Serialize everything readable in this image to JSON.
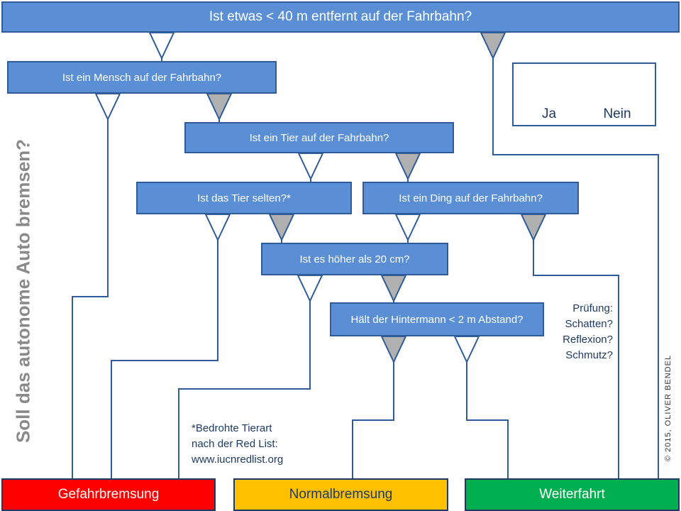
{
  "title": "Soll das autonome Auto bremsen?",
  "copyright": "© 2015, OLIVER BENDEL",
  "questions": {
    "q1": "Ist etwas < 40 m entfernt auf der Fahrbahn?",
    "q2": "Ist ein Mensch auf der Fahrbahn?",
    "q3": "Ist ein Tier auf der Fahrbahn?",
    "q4": "Ist das Tier selten?*",
    "q5": "Ist ein Ding auf der Fahrbahn?",
    "q6": "Ist es höher als 20 cm?",
    "q7": "Hält der Hintermann < 2 m Abstand?"
  },
  "legend": {
    "yes": "Ja",
    "no": "Nein"
  },
  "footnote": [
    "*Bedrohte Tierart",
    "nach der Red List:",
    "www.iucnredlist.org"
  ],
  "check_note": [
    "Prüfung:",
    "Schatten?",
    "Reflexion?",
    "Schmutz?"
  ],
  "outcomes": {
    "emergency": "Gefahrbremsung",
    "normal": "Normalbremsung",
    "continue": "Weiterfahrt"
  },
  "colors": {
    "box_fill": "#5a8fd6",
    "box_border": "#2f5b99",
    "line": "#2f5b99",
    "no_triangle": "#b0b0b0",
    "emergency": "#ff0000",
    "normal": "#ffc000",
    "continue": "#00b050"
  }
}
